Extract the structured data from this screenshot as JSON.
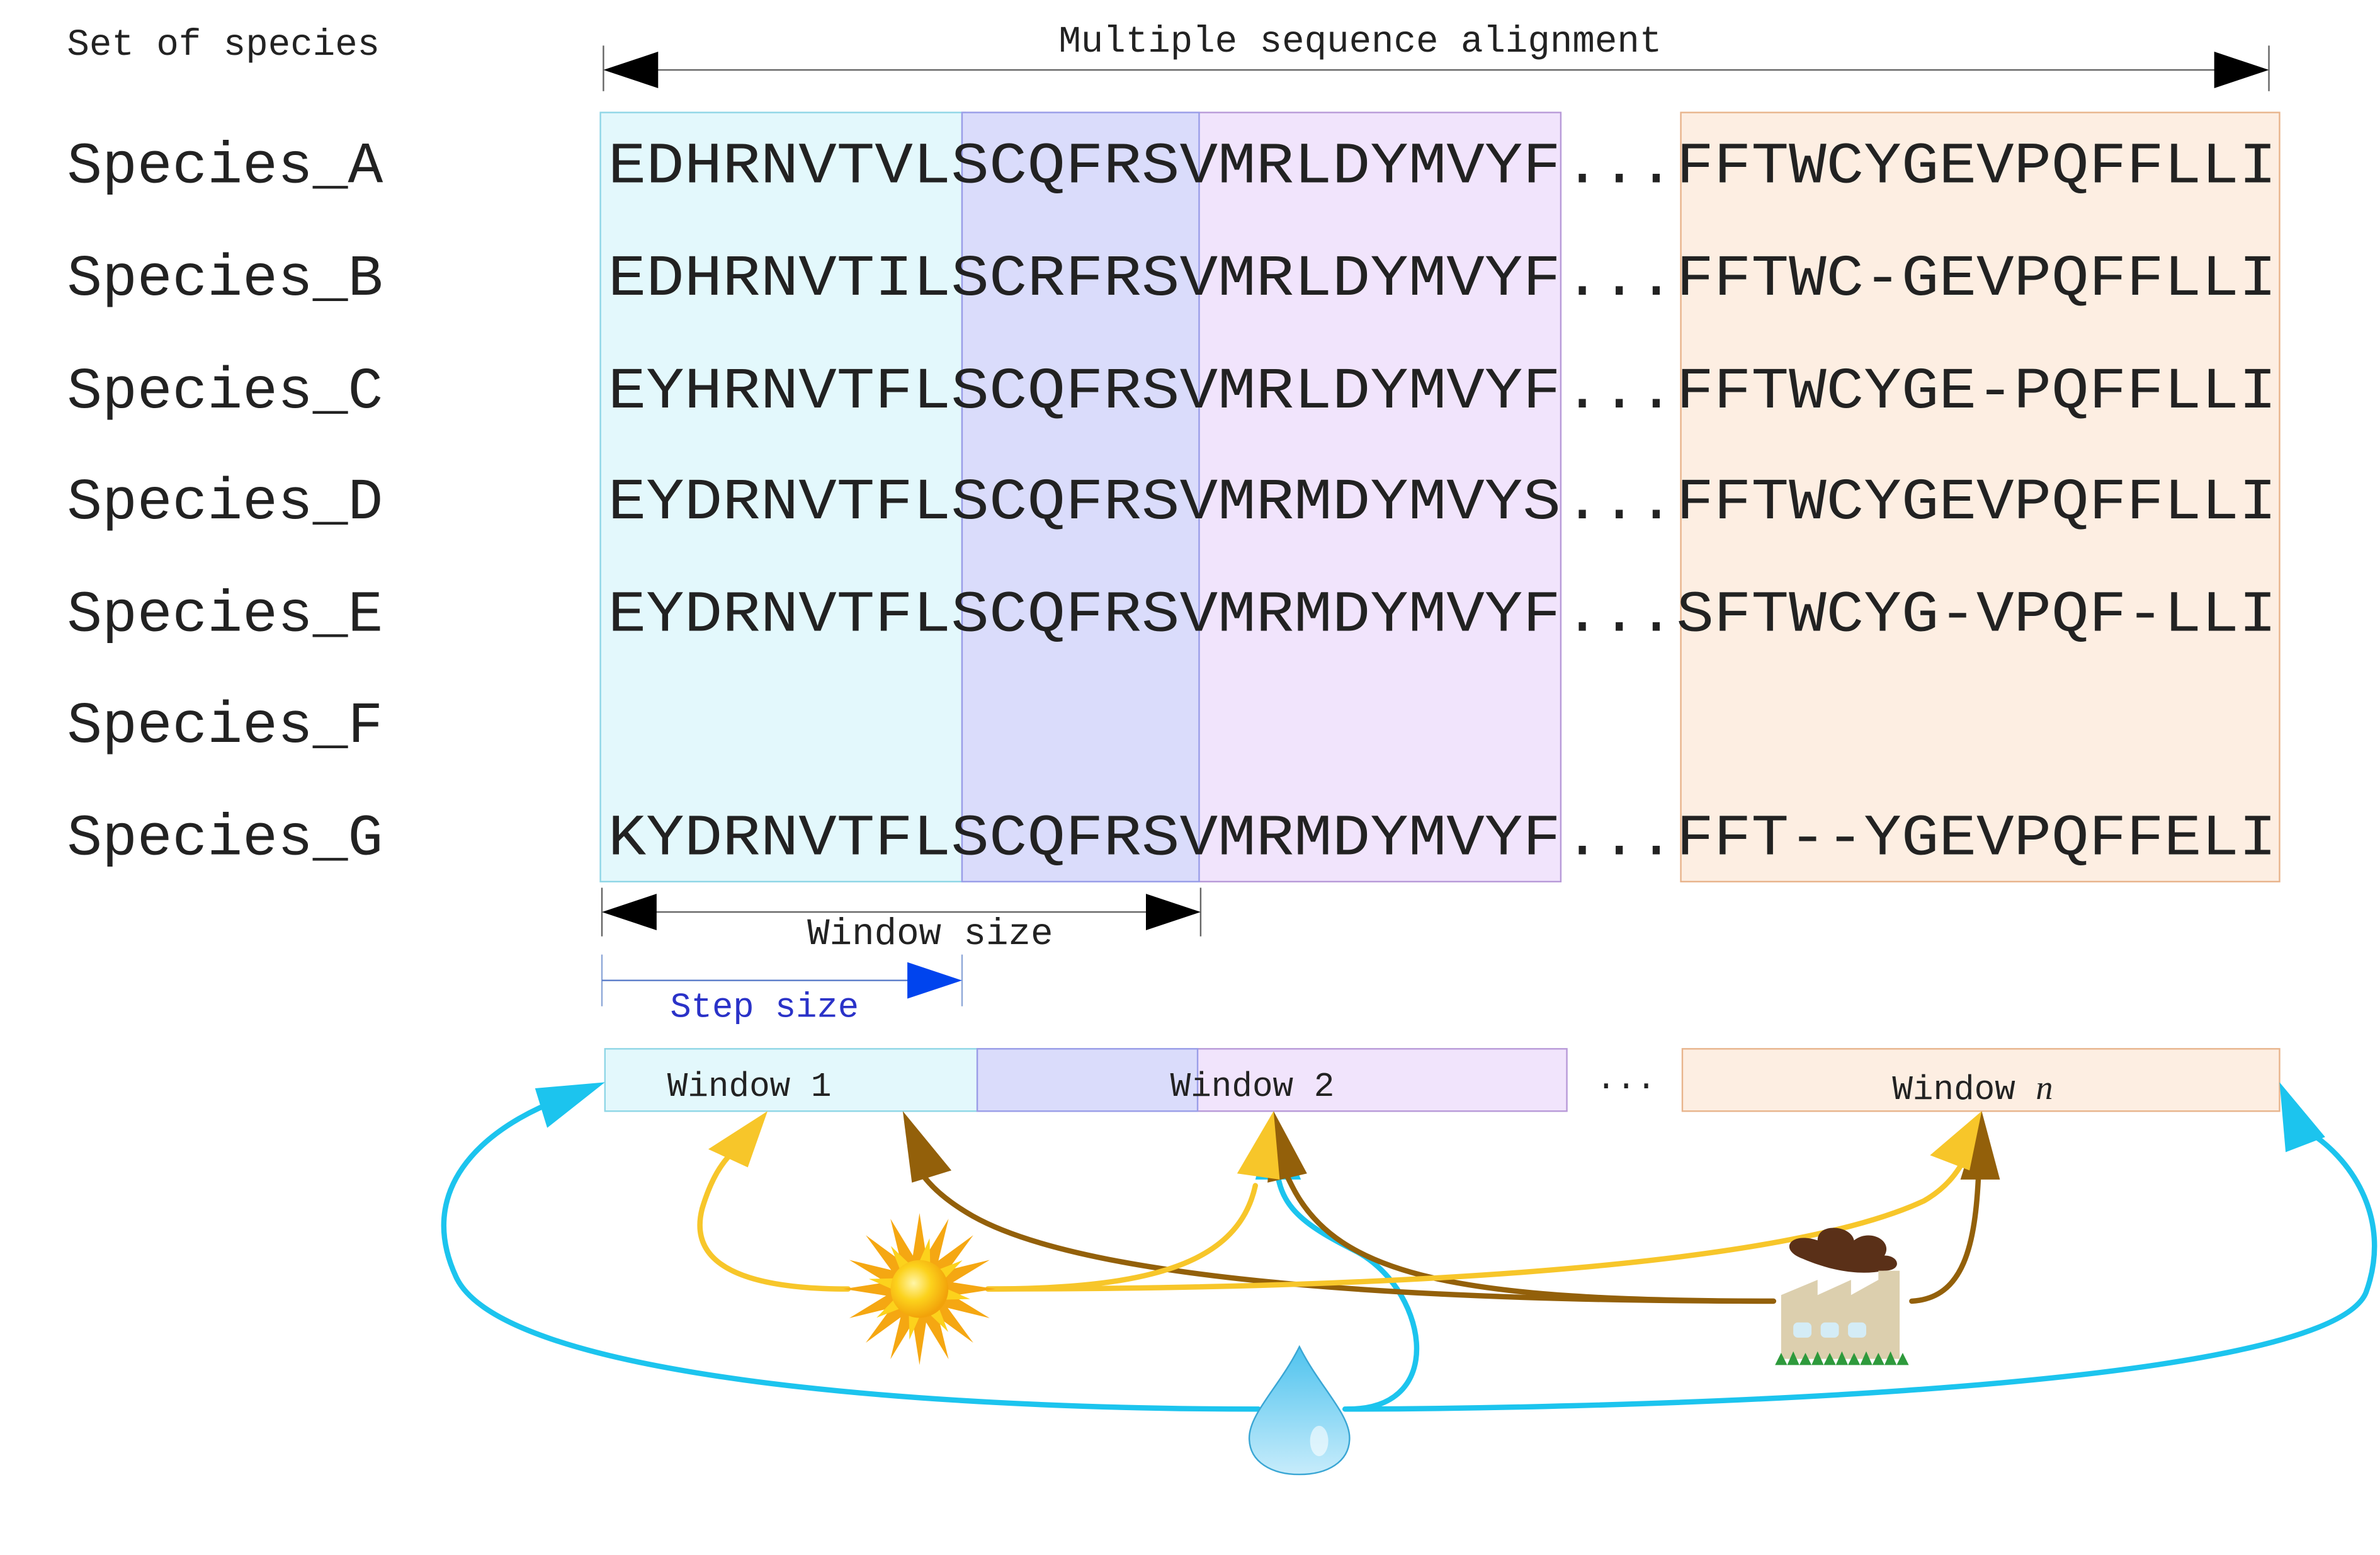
{
  "header": {
    "species_set_label": "Set of species",
    "alignment_label": "Multiple sequence alignment"
  },
  "species": [
    {
      "name": "Species_A",
      "seq1": "EDHRNVTVLSCQFRSVMRLDYMVYF",
      "dots": "...",
      "seq2": "FFTWCYGEVPQFFLLI"
    },
    {
      "name": "Species_B",
      "seq1": "EDHRNVTILSCRFRSVMRLDYMVYF",
      "dots": "...",
      "seq2": "FFTWC-GEVPQFFLLI"
    },
    {
      "name": "Species_C",
      "seq1": "EYHRNVTFLSCQFRSVMRLDYMVYF",
      "dots": "...",
      "seq2": "FFTWCYGE-PQFFLLI"
    },
    {
      "name": "Species_D",
      "seq1": "EYDRNVTFLSCQFRSVMRMDYMVYS",
      "dots": "...",
      "seq2": "FFTWCYGEVPQFFLLI"
    },
    {
      "name": "Species_E",
      "seq1": "EYDRNVTFLSCQFRSVMRMDYMVYF",
      "dots": "...",
      "seq2": "SFTWCYG-VPQF-LLI"
    },
    {
      "name": "Species_F",
      "seq1": "",
      "dots": "",
      "seq2": ""
    },
    {
      "name": "Species_G",
      "seq1": "KYDRNVTFLSCQFRSVMRMDYMVYF",
      "dots": "...",
      "seq2": "FFT--YGEVPQFFELI"
    }
  ],
  "labels": {
    "window_size": "Window size",
    "step_size": "Step size",
    "window_1": "Window 1",
    "window_2": "Window 2",
    "window_n_prefix": "Window ",
    "window_n_var": "n",
    "ellipsis": "..."
  },
  "colors": {
    "window1_fill": "#e3f8fc",
    "window1_stroke": "#8fd6e6",
    "overlap_fill": "#dadcfb",
    "overlap_stroke": "#9a9ee8",
    "window2_fill": "#f1e4fc",
    "window2_stroke": "#b89ad8",
    "windown_fill": "#fdeee2",
    "windown_stroke": "#e8b48c",
    "text_dark": "#222222",
    "step_blue": "#0044ee",
    "step_text": "#2a32c8",
    "sun_arrow": "#f7c62a",
    "factory_arrow": "#93600a",
    "water_arrow": "#1cc4ee"
  },
  "icons": [
    "sun-icon",
    "factory-icon",
    "water-drop-icon"
  ]
}
